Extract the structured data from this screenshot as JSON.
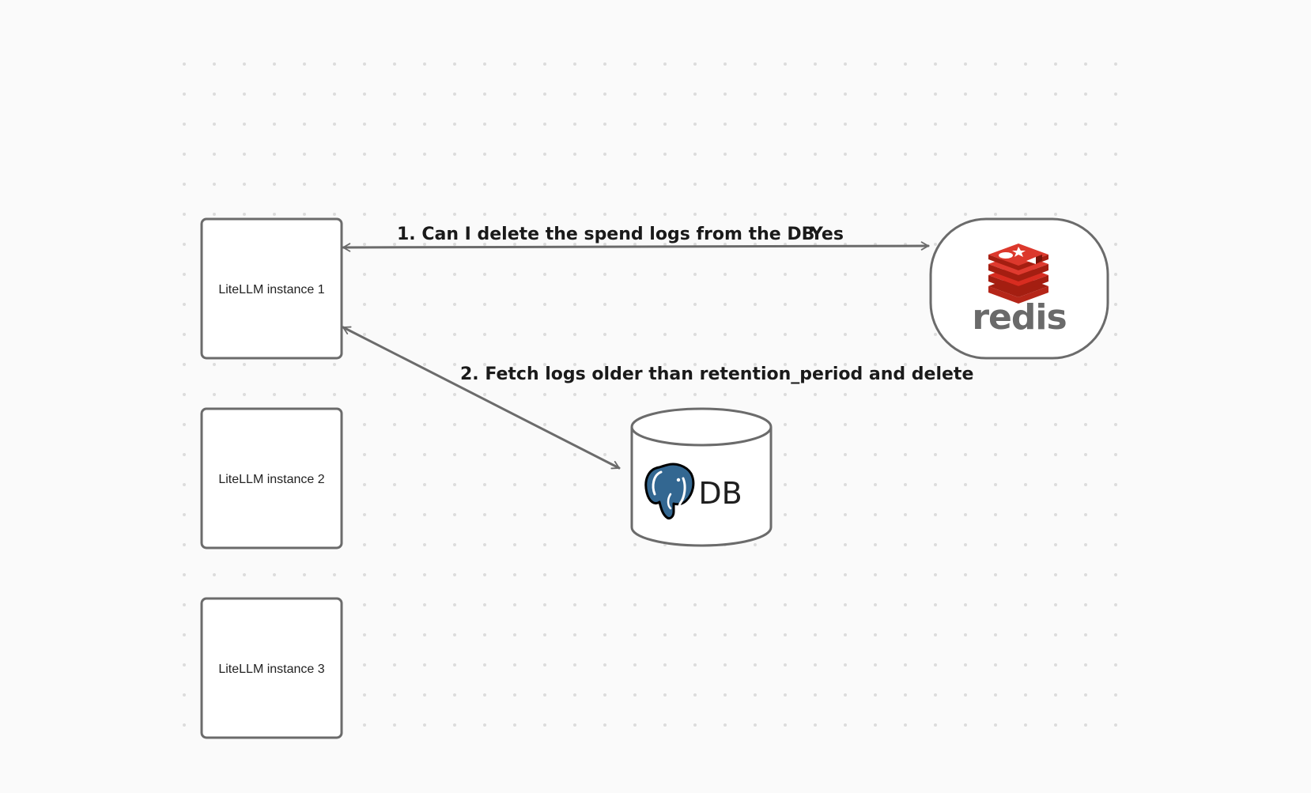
{
  "diagram": {
    "nodes": {
      "instance1": {
        "label": "LiteLLM instance 1",
        "icon": "server-box"
      },
      "instance2": {
        "label": "LiteLLM instance 2",
        "icon": "server-box"
      },
      "instance3": {
        "label": "LiteLLM instance 3",
        "icon": "server-box"
      },
      "redis": {
        "wordmark": "redis",
        "icon": "redis-logo-icon",
        "brand_color": "#d82c20"
      },
      "db": {
        "label": "DB",
        "icon": "postgres-elephant-icon",
        "brand_color": "#336791"
      }
    },
    "edges": [
      {
        "from": "instance1",
        "to": "redis",
        "label": "1.  Can I delete the spend logs from the DB",
        "reply_label": "Yes"
      },
      {
        "from": "instance1",
        "to": "db",
        "label": "2.  Fetch logs older than retention_period and delete"
      }
    ],
    "colors": {
      "stroke": "#6b6b6b",
      "background": "#fafafa",
      "dot": "#dcdcdc"
    }
  }
}
